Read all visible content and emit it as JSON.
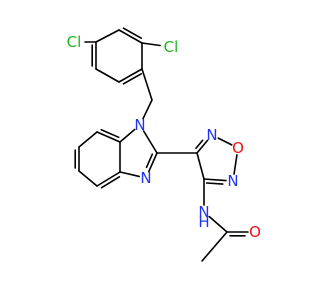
{
  "colors": {
    "bond": "#000000",
    "Cl": "#1fb51f",
    "N": "#2233ee",
    "O": "#ee1111",
    "C": "#000000",
    "background": "#ffffff"
  },
  "atoms": [
    {
      "id": "cl1",
      "element": "Cl",
      "label": "Cl"
    },
    {
      "id": "cl2",
      "element": "Cl",
      "label": "Cl"
    },
    {
      "id": "n1",
      "element": "N",
      "label": "N"
    },
    {
      "id": "n3",
      "element": "N",
      "label": "N"
    },
    {
      "id": "o_oxadiazole",
      "element": "O",
      "label": "O"
    },
    {
      "id": "n_oxa_a",
      "element": "N",
      "label": "N"
    },
    {
      "id": "n_oxa_b",
      "element": "N",
      "label": "N"
    },
    {
      "id": "n_amide",
      "element": "N",
      "label": "N"
    },
    {
      "id": "h_amide",
      "element": "H",
      "label": "H"
    },
    {
      "id": "o_carbonyl",
      "element": "O",
      "label": "O"
    }
  ]
}
